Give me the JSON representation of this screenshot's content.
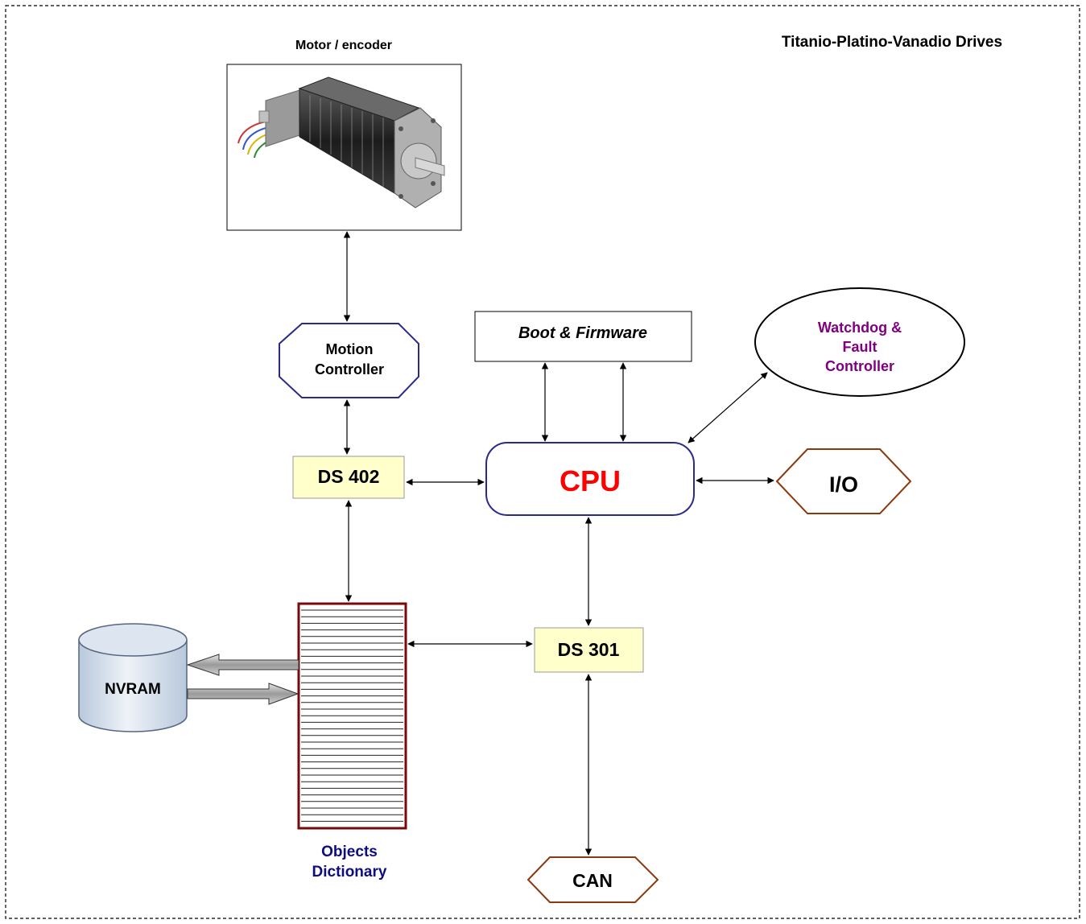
{
  "title": "Titanio-Platino-Vanadio Drives",
  "nodes": {
    "motor": {
      "label": "Motor / encoder"
    },
    "motion_controller": {
      "lines": [
        "Motion",
        "Controller"
      ]
    },
    "boot_firmware": {
      "label": "Boot & Firmware"
    },
    "watchdog": {
      "lines": [
        "Watchdog &",
        "Fault",
        "Controller"
      ]
    },
    "ds402": {
      "label": "DS 402"
    },
    "cpu": {
      "label": "CPU"
    },
    "io": {
      "label": "I/O"
    },
    "nvram": {
      "label": "NVRAM"
    },
    "objects_dictionary": {
      "lines": [
        "Objects",
        "Dictionary"
      ]
    },
    "ds301": {
      "label": "DS 301"
    },
    "can": {
      "label": "CAN"
    }
  },
  "colors": {
    "border_dashed": "#000000",
    "ds_box_fill": "#ffffcc",
    "ds_box_stroke": "#999999",
    "cpu_stroke": "#2a2a8c",
    "cpu_text": "#ff0000",
    "motion_stroke": "#2a2a8c",
    "watchdog_text": "#800080",
    "hex_stroke": "#8b3a0f",
    "dict_stroke": "#7a0a0a",
    "dict_text": "#0d0d80",
    "nvram_fill": "#d8e4f0",
    "nvram_stroke": "#556680"
  }
}
